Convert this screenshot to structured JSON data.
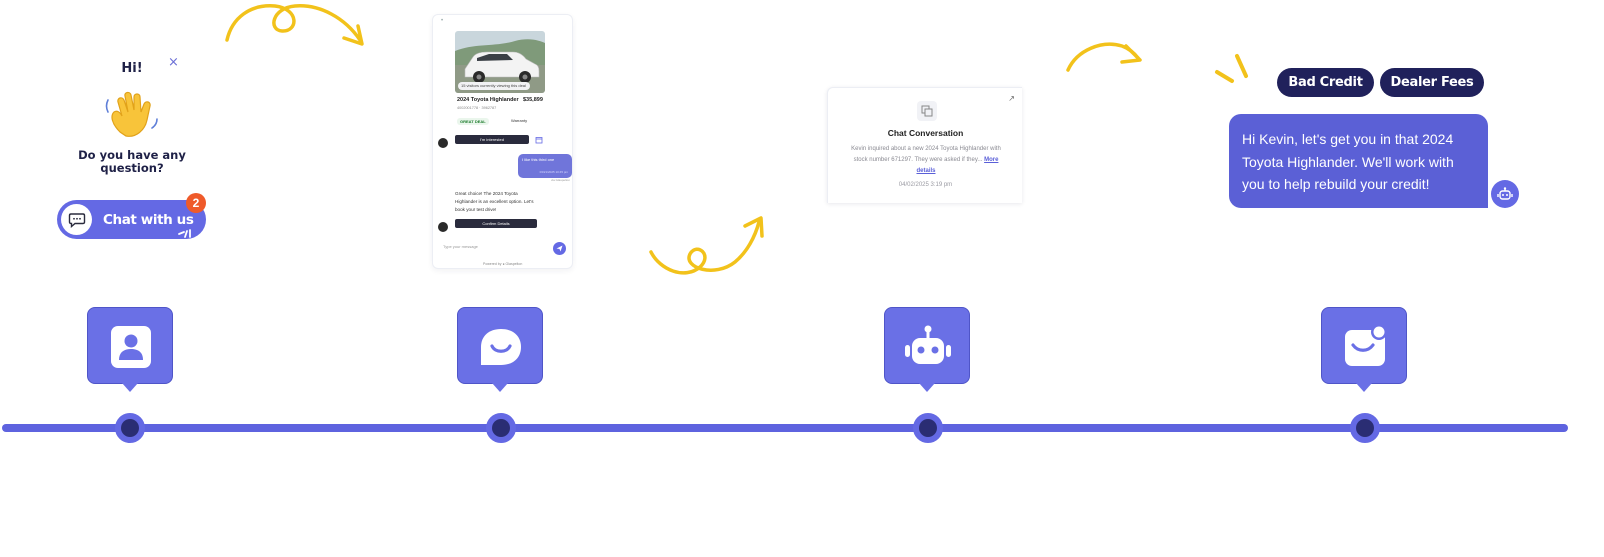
{
  "widget": {
    "greeting": "Hi!",
    "close_icon": "×",
    "question": "Do you have any question?",
    "chat_label": "Chat with us",
    "badge_count": "2"
  },
  "phone": {
    "photo_caption": "15 visitors currently viewing this deal",
    "car_name": "2024 Toyota Highlander",
    "car_price": "$35,899",
    "car_sub": "4002001778  ·  3962787",
    "tag_deal": "GREAT DEAL",
    "tag_warranty": "Warranty",
    "btn_interested": "I'm interested",
    "user_message": "I like this third one",
    "user_message_time": "03/21/2025 10:45 pm",
    "read_receipt": "via Glaspelton",
    "bot_reply": "Great choice! The 2024 Toyota Highlander is an excellent option. Let's book your test drive!",
    "btn_confirm": "Confirm Details",
    "input_placeholder": "Type your message",
    "powered_by": "Powered by  ●  Glaspelton"
  },
  "conversation_card": {
    "title": "Chat Conversation",
    "body": "Kevin inquired about a new 2024 Toyota Highlander with stock number 671297. They were asked if they...",
    "more_link": "More details",
    "date": "04/02/2025 3:19 pm",
    "expand_icon": "↗"
  },
  "step4": {
    "chips": [
      "Bad Credit",
      "Dealer Fees"
    ],
    "message": "Hi Kevin, let's get you in that 2024 Toyota Highlander. We'll work with you to help rebuild your credit!"
  },
  "timeline": {
    "steps": [
      {
        "icon": "contact-card-icon"
      },
      {
        "icon": "smile-chat-icon"
      },
      {
        "icon": "robot-icon"
      },
      {
        "icon": "mail-notification-icon"
      }
    ]
  },
  "colors": {
    "accent": "#6469e4",
    "accent_dark": "#2a2d73",
    "chip_navy": "#20215b",
    "arrow_yellow": "#f2c21b",
    "badge_orange": "#ef5a2a"
  }
}
